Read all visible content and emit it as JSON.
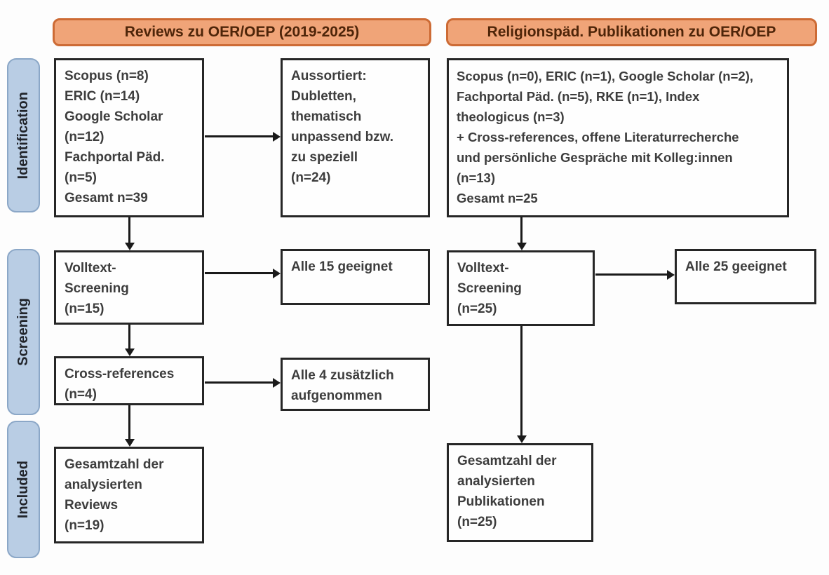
{
  "headers": {
    "left": "Reviews zu OER/OEP (2019-2025)",
    "right": "Religionspäd. Publikationen zu OER/OEP"
  },
  "stages": {
    "identification": "Identification",
    "screening": "Screening",
    "included": "Included"
  },
  "left_column": {
    "sources": "Scopus (n=8)\nERIC (n=14)\nGoogle Scholar\n(n=12)\nFachportal Päd.\n(n=5)\nGesamt n=39",
    "excluded": "Aussortiert:\nDubletten,\nthematisch\nunpassend bzw.\nzu speziell\n(n=24)",
    "fulltext": "Volltext-\nScreening\n(n=15)",
    "fulltext_result": "Alle 15 geeignet",
    "crossref": "Cross-references\n(n=4)",
    "crossref_result": "Alle 4 zusätzlich\naufgenommen",
    "total": "Gesamtzahl der\nanalysierten\nReviews\n(n=19)"
  },
  "right_column": {
    "sources": "Scopus (n=0), ERIC (n=1), Google Scholar (n=2),\nFachportal Päd. (n=5), RKE (n=1), Index\ntheologicus (n=3)\n+ Cross-references, offene Literaturrecherche\nund persönliche Gespräche mit Kolleg:innen\n(n=13)\nGesamt n=25",
    "fulltext": "Volltext-\nScreening\n(n=25)",
    "fulltext_result": "Alle 25 geeignet",
    "total": "Gesamtzahl der\nanalysierten\nPublikationen\n(n=25)"
  },
  "colors": {
    "header_fill": "#F0A478",
    "header_border": "#CD6B35",
    "header_text": "#4E2509",
    "stage_fill": "#B9CDE4",
    "stage_border": "#8BA7C7",
    "stage_text": "#22252B",
    "box_border": "#262626",
    "box_text": "#3D3D3D",
    "arrow": "#1A1A1A"
  }
}
